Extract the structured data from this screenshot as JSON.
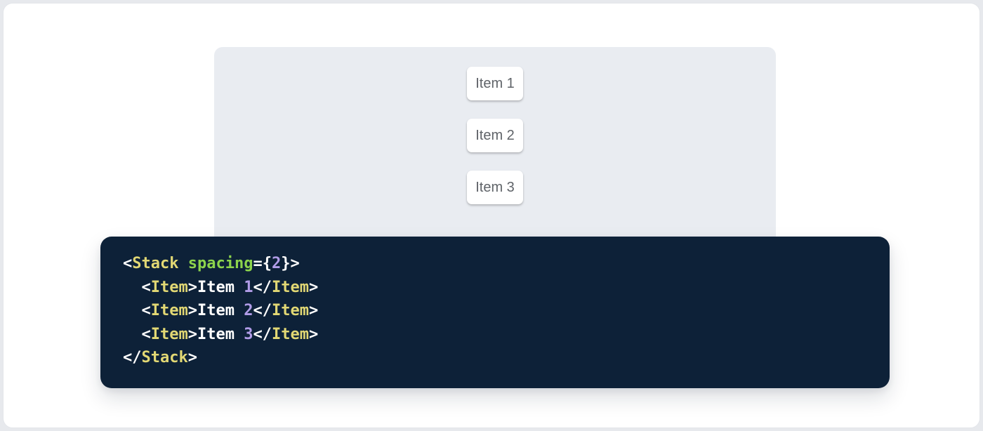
{
  "theme": {
    "outer_background": "#e7e9ed",
    "page_background": "#ffffff",
    "page_border": "#e3e6ea",
    "panel_background": "#e9ecf1",
    "card_background": "#ffffff",
    "card_text_color": "#5f6368",
    "code_background": "#0d2138",
    "code_tag_color": "#e2d874",
    "code_attr_color": "#8cd44c",
    "code_number_color": "#b19ce8",
    "code_plain_color": "#ffffff"
  },
  "demo": {
    "items": [
      {
        "label": "Item 1"
      },
      {
        "label": "Item 2"
      },
      {
        "label": "Item 3"
      }
    ]
  },
  "code": {
    "lines": [
      {
        "tokens": [
          {
            "t": "<",
            "c": "punc"
          },
          {
            "t": "Stack",
            "c": "tag"
          },
          {
            "t": " ",
            "c": "plain"
          },
          {
            "t": "spacing",
            "c": "attr"
          },
          {
            "t": "=",
            "c": "punc"
          },
          {
            "t": "{",
            "c": "punc"
          },
          {
            "t": "2",
            "c": "num"
          },
          {
            "t": "}",
            "c": "punc"
          },
          {
            "t": ">",
            "c": "punc"
          }
        ]
      },
      {
        "tokens": [
          {
            "t": "  ",
            "c": "plain"
          },
          {
            "t": "<",
            "c": "punc"
          },
          {
            "t": "Item",
            "c": "tag"
          },
          {
            "t": ">",
            "c": "punc"
          },
          {
            "t": "Item ",
            "c": "plain"
          },
          {
            "t": "1",
            "c": "num"
          },
          {
            "t": "</",
            "c": "punc"
          },
          {
            "t": "Item",
            "c": "tag"
          },
          {
            "t": ">",
            "c": "punc"
          }
        ]
      },
      {
        "tokens": [
          {
            "t": "  ",
            "c": "plain"
          },
          {
            "t": "<",
            "c": "punc"
          },
          {
            "t": "Item",
            "c": "tag"
          },
          {
            "t": ">",
            "c": "punc"
          },
          {
            "t": "Item ",
            "c": "plain"
          },
          {
            "t": "2",
            "c": "num"
          },
          {
            "t": "</",
            "c": "punc"
          },
          {
            "t": "Item",
            "c": "tag"
          },
          {
            "t": ">",
            "c": "punc"
          }
        ]
      },
      {
        "tokens": [
          {
            "t": "  ",
            "c": "plain"
          },
          {
            "t": "<",
            "c": "punc"
          },
          {
            "t": "Item",
            "c": "tag"
          },
          {
            "t": ">",
            "c": "punc"
          },
          {
            "t": "Item ",
            "c": "plain"
          },
          {
            "t": "3",
            "c": "num"
          },
          {
            "t": "</",
            "c": "punc"
          },
          {
            "t": "Item",
            "c": "tag"
          },
          {
            "t": ">",
            "c": "punc"
          }
        ]
      },
      {
        "tokens": [
          {
            "t": "</",
            "c": "punc"
          },
          {
            "t": "Stack",
            "c": "tag"
          },
          {
            "t": ">",
            "c": "punc"
          }
        ]
      }
    ]
  }
}
